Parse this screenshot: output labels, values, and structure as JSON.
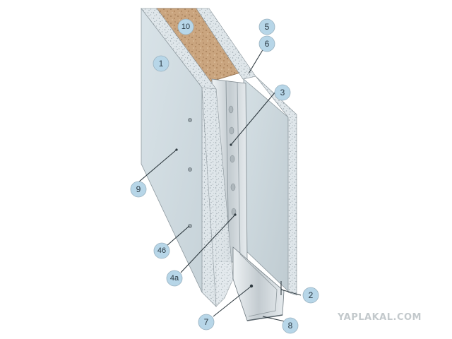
{
  "diagram": {
    "callouts": [
      {
        "id": "1",
        "label": "1"
      },
      {
        "id": "2",
        "label": "2"
      },
      {
        "id": "3",
        "label": "3"
      },
      {
        "id": "4a",
        "label": "4a"
      },
      {
        "id": "46",
        "label": "46"
      },
      {
        "id": "5",
        "label": "5"
      },
      {
        "id": "6",
        "label": "6"
      },
      {
        "id": "7",
        "label": "7"
      },
      {
        "id": "8",
        "label": "8"
      },
      {
        "id": "9",
        "label": "9"
      },
      {
        "id": "10",
        "label": "10"
      }
    ]
  },
  "watermark": "YAPLAKAL.COM",
  "colors": {
    "callout_fill": "#b7d6e8",
    "board": "#d3dee3",
    "insulation": "#caa57f",
    "stud": "#c5ccd1"
  }
}
